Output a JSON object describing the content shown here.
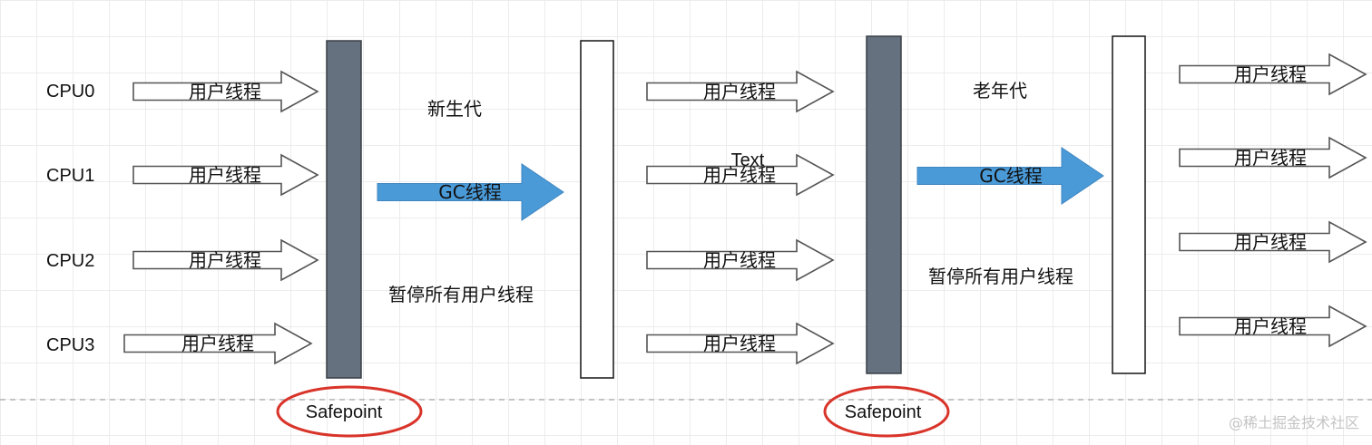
{
  "cpus": [
    "CPU0",
    "CPU1",
    "CPU2",
    "CPU3"
  ],
  "thread_label": "用户线程",
  "young_gen_label": "新生代",
  "old_gen_label": "老年代",
  "gc_thread_label": "GC线程",
  "pause_label": "暂停所有用户线程",
  "safepoint_label": "Safepoint",
  "text_label": "Text",
  "watermark": "@稀土掘金技术社区",
  "colors": {
    "safepoint_bar": "#65717f",
    "gc_arrow": "#4a9ad8",
    "safepoint_ellipse": "#d9342a",
    "outline": "#555555"
  }
}
